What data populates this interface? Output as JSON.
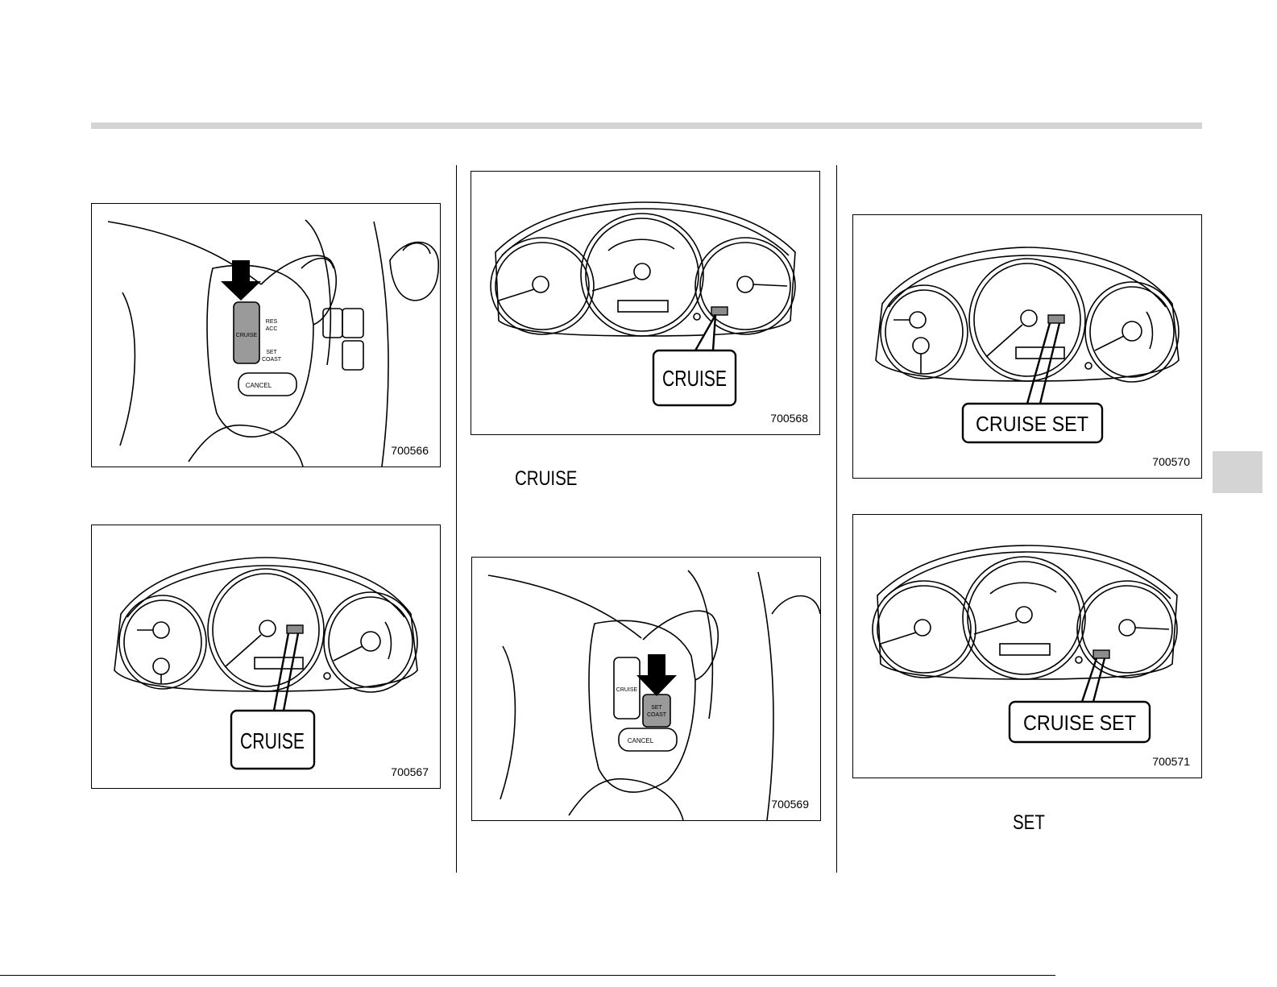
{
  "figures": {
    "fig1": {
      "number": "700566",
      "buttons": {
        "cruise": "CRUISE",
        "res": "RES",
        "acc": "ACC",
        "set": "SET",
        "coast": "COAST",
        "cancel": "CANCEL"
      }
    },
    "fig2": {
      "number": "700567",
      "callout": "CRUISE"
    },
    "fig3": {
      "number": "700568",
      "callout": "CRUISE"
    },
    "fig4": {
      "number": "700569",
      "buttons": {
        "cruise": "CRUISE",
        "set": "SET",
        "coast": "COAST",
        "cancel": "CANCEL"
      }
    },
    "fig5": {
      "number": "700570",
      "callout": "CRUISE SET"
    },
    "fig6": {
      "number": "700571",
      "callout": "CRUISE SET"
    }
  },
  "inline_labels": {
    "cruise": "CRUISE",
    "set": "SET"
  },
  "colors": {
    "header_rule": "#d4d4d4",
    "side_tab": "#d4d4d4",
    "indicator": "#8c8c8c"
  }
}
